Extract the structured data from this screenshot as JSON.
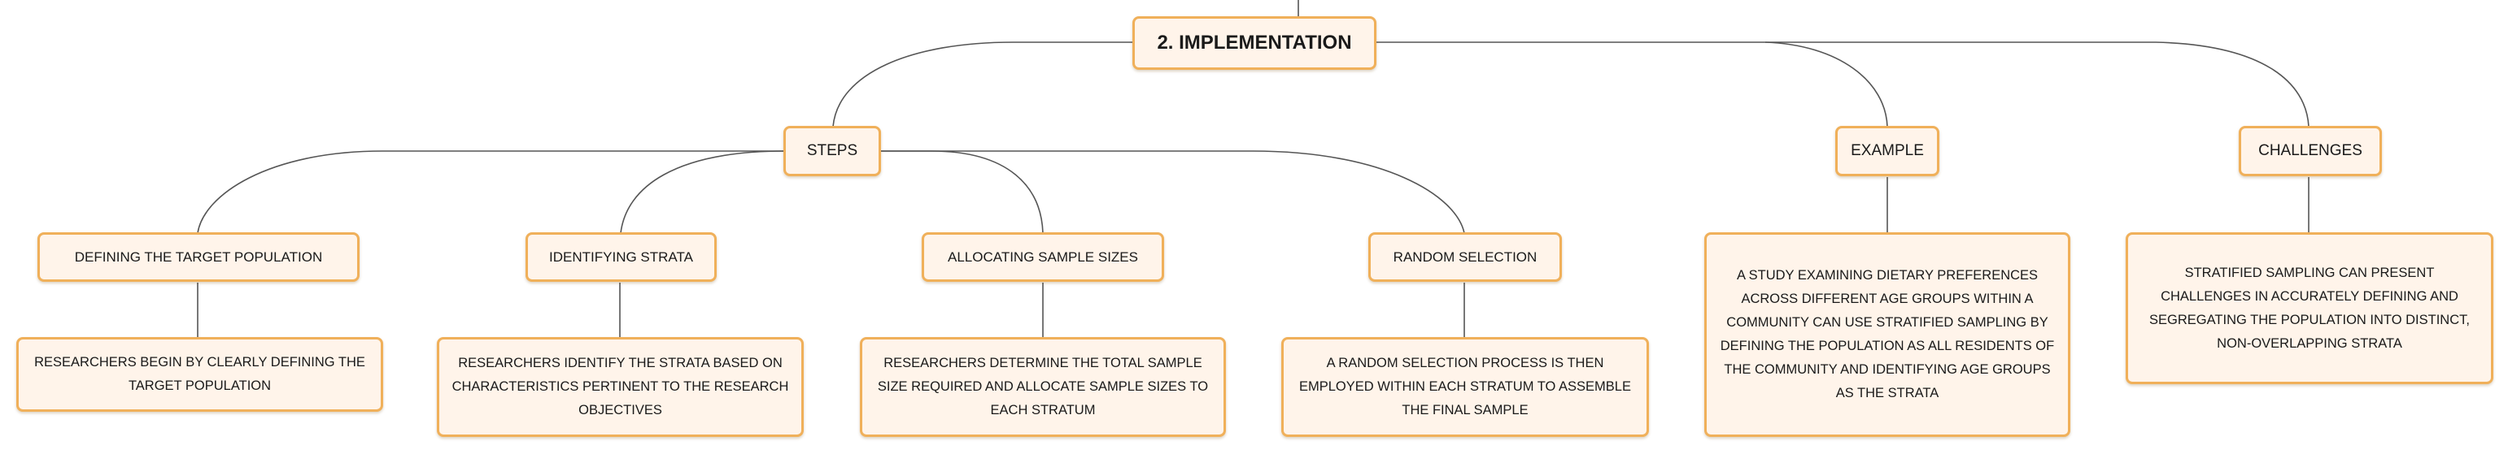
{
  "root": {
    "label": "2. IMPLEMENTATION"
  },
  "branches": {
    "steps": {
      "label": "STEPS"
    },
    "example": {
      "label": "EXAMPLE",
      "detail": "A STUDY EXAMINING DIETARY PREFERENCES ACROSS DIFFERENT AGE GROUPS WITHIN A COMMUNITY CAN USE STRATIFIED SAMPLING BY DEFINING THE POPULATION AS ALL RESIDENTS OF THE COMMUNITY AND IDENTIFYING AGE GROUPS AS THE STRATA"
    },
    "challenges": {
      "label": "CHALLENGES",
      "detail": "STRATIFIED SAMPLING CAN PRESENT CHALLENGES IN ACCURATELY DEFINING AND SEGREGATING THE POPULATION INTO DISTINCT, NON-OVERLAPPING STRATA"
    }
  },
  "steps": [
    {
      "label": "DEFINING THE TARGET POPULATION",
      "detail": "RESEARCHERS BEGIN BY CLEARLY DEFINING THE TARGET POPULATION"
    },
    {
      "label": "IDENTIFYING STRATA",
      "detail": "RESEARCHERS IDENTIFY THE STRATA BASED ON CHARACTERISTICS PERTINENT TO THE RESEARCH OBJECTIVES"
    },
    {
      "label": "ALLOCATING SAMPLE SIZES",
      "detail": "RESEARCHERS DETERMINE THE TOTAL SAMPLE SIZE REQUIRED AND ALLOCATE SAMPLE SIZES TO EACH STRATUM"
    },
    {
      "label": "RANDOM SELECTION",
      "detail": "A RANDOM SELECTION PROCESS IS THEN EMPLOYED WITHIN EACH STRATUM TO ASSEMBLE THE FINAL SAMPLE"
    }
  ]
}
